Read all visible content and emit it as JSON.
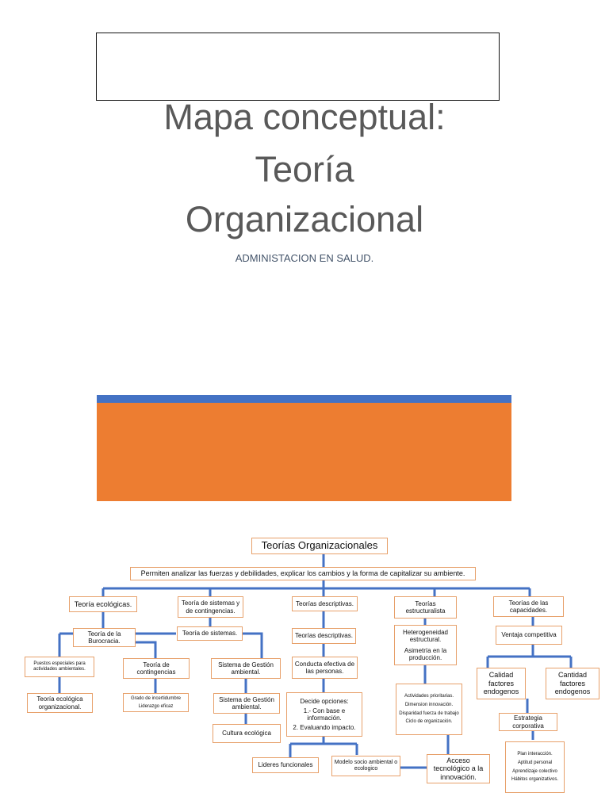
{
  "title_lines": [
    "Mapa conceptual:",
    "Teoría",
    "Organizacional"
  ],
  "subtitle": "ADMINISTACION EN SALUD.",
  "colors": {
    "title": "#595959",
    "subtitle": "#44546a",
    "bar_blue": "#4472c4",
    "bar_orange": "#ed7d31",
    "map_lines": "#4472c4",
    "node_border": "#e7a06a"
  },
  "map": {
    "root": "Teorías Organizacionales",
    "description": "Permiten analizar las fuerzas y debilidades, explicar los cambios y la forma de capitalizar su ambiente.",
    "ecologicas": "Teoría ecológicas.",
    "burocracia": "Teoría de la Burocracia.",
    "puestos": "Puestos especiales para actividades ambientales.",
    "ecologica_org": "Teoría ecológica organizacional.",
    "sistemas_contingencias": "Teoría de sistemas y de contingencias.",
    "teoria_sistemas": "Teoría de sistemas.",
    "teoria_contingencias": "Teoría de contingencias",
    "contingencias_detalle": [
      "Grado de incertidumbre",
      "Liderazgo eficaz"
    ],
    "sga_1": "Sistema de Gestión ambiental.",
    "sga_2": "Sistema de Gestión ambiental.",
    "cultura": "Cultura ecológica",
    "descriptivas_1": "Teorías descriptivas.",
    "descriptivas_2": "Teorías descriptivas.",
    "conducta": "Conducta efectiva de las personas.",
    "decide": [
      "Decide opciones:",
      "1.- Con base e información.",
      "2. Evaluando impacto."
    ],
    "lideres": "Lideres funcionales",
    "modelo": "Modelo socio ambiental o ecologico",
    "estructuralista": "Teorías estructuralista",
    "heterogeneidad": [
      "Heterogeneidad estructural.",
      "Asimetría en la producción."
    ],
    "actividades": [
      "Actividades prioritarias.",
      "Dimension innovación.",
      "Disparidad fuerza de trabajo",
      "Ciclo de organización."
    ],
    "acceso": "Acceso tecnológico a la innovación.",
    "capacidades": "Teorías de las capacidades.",
    "ventaja": "Ventaja competitiva",
    "calidad": "Calidad factores endogenos",
    "cantidad": "Cantidad factores endogenos",
    "estrategia": "Estrategia corporativa",
    "estrategia_detalle": [
      "Plan interacción.",
      "Aptitud personal",
      "Aprendizaje colectivo",
      "Hábitos organizativos."
    ]
  }
}
